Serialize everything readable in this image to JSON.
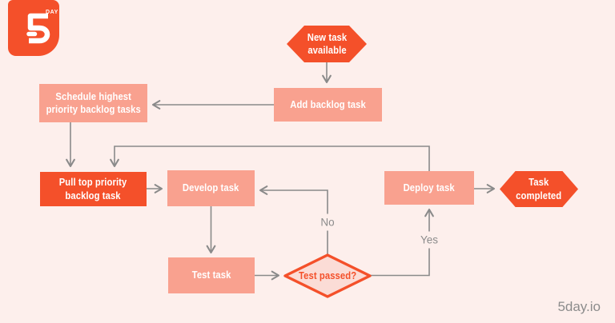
{
  "colors": {
    "background": "#fdefec",
    "accent": "#f4502a",
    "salmon": "#f9a18f",
    "diamond_fill": "#fbdcd6",
    "connector": "#8a8a8a",
    "muted_text": "#8c8c8c",
    "node_text": "#ffffff"
  },
  "logo": {
    "digit": "5",
    "word": "DAY"
  },
  "watermark": "5day.io",
  "nodes": {
    "new_task": {
      "label": "New task\navailable",
      "shape": "hexagon",
      "fill": "accent"
    },
    "add_backlog": {
      "label": "Add backlog task",
      "shape": "rectangle",
      "fill": "salmon"
    },
    "schedule": {
      "label": "Schedule highest\npriority backlog tasks",
      "shape": "rectangle",
      "fill": "salmon"
    },
    "pull": {
      "label": "Pull top priority\nbacklog task",
      "shape": "rectangle",
      "fill": "accent"
    },
    "develop": {
      "label": "Develop task",
      "shape": "rectangle",
      "fill": "salmon"
    },
    "test": {
      "label": "Test task",
      "shape": "rectangle",
      "fill": "salmon"
    },
    "decision": {
      "label": "Test passed?",
      "shape": "diamond",
      "fill": "diamond_fill"
    },
    "deploy": {
      "label": "Deploy task",
      "shape": "rectangle",
      "fill": "salmon"
    },
    "completed": {
      "label": "Task\ncompleted",
      "shape": "hexagon",
      "fill": "accent"
    }
  },
  "edge_labels": {
    "no": "No",
    "yes": "Yes"
  },
  "connections": [
    {
      "from": "new_task",
      "to": "add_backlog",
      "label": ""
    },
    {
      "from": "add_backlog",
      "to": "schedule",
      "label": ""
    },
    {
      "from": "schedule",
      "to": "pull",
      "label": ""
    },
    {
      "from": "pull",
      "to": "develop",
      "label": ""
    },
    {
      "from": "develop",
      "to": "test",
      "label": ""
    },
    {
      "from": "test",
      "to": "decision",
      "label": ""
    },
    {
      "from": "decision",
      "to": "develop",
      "label": "No"
    },
    {
      "from": "decision",
      "to": "deploy",
      "label": "Yes"
    },
    {
      "from": "deploy",
      "to": "pull",
      "label": ""
    },
    {
      "from": "deploy",
      "to": "completed",
      "label": ""
    }
  ]
}
